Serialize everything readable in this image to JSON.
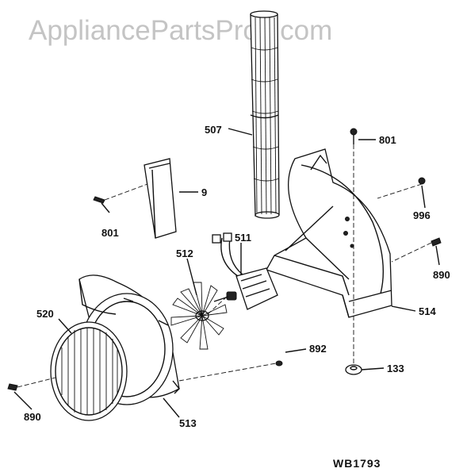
{
  "watermark": "AppliancePartsPros.com",
  "document_id": "WB1793",
  "callouts": {
    "c507": "507",
    "c801a": "801",
    "c801b": "801",
    "c9": "9",
    "c996": "996",
    "c890a": "890",
    "c890b": "890",
    "c511": "511",
    "c512": "512",
    "c514": "514",
    "c520": "520",
    "c892": "892",
    "c133": "133",
    "c513": "513"
  }
}
